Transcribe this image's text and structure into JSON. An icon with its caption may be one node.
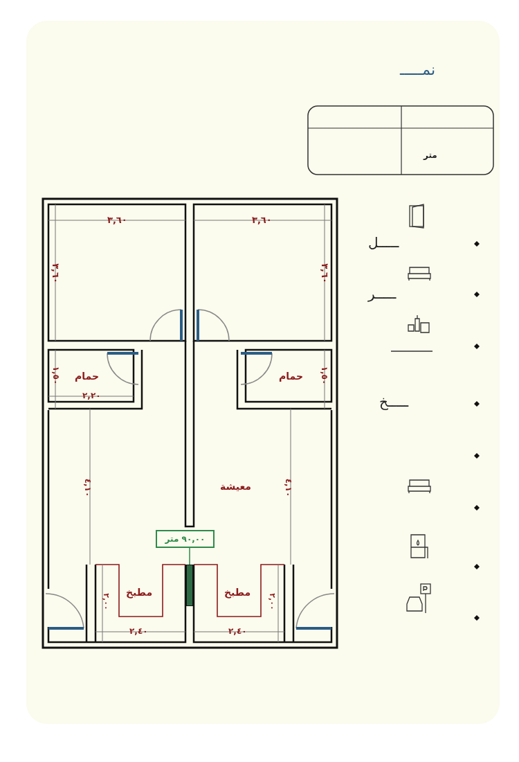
{
  "diagram": {
    "title": "نمـــــ",
    "nodes": [
      {
        "text": [
          "٩٠,٠٠ متر"
        ]
      },
      {
        "text": [],
        "shape": "bar"
      }
    ],
    "edges": [
      {
        "from": 0,
        "to": 1,
        "arrow": "none"
      }
    ],
    "labels": [
      "متر",
      "٣,٦٠",
      "٣,٦٠",
      "٣,٦٠",
      "٣,٦٠",
      "١,٥٠",
      "حمام",
      "حمام",
      "١,٥٠",
      "٢,٢٠",
      "معيشة",
      "٤,١٠",
      "٤,١٠",
      "مطبخ",
      "مطبخ",
      "٢,٠٠",
      "٢,٠٠",
      "٢,٤٠",
      "٢,٤٠",
      "ـــــل",
      "ـــــر",
      "ـــــخ"
    ]
  }
}
